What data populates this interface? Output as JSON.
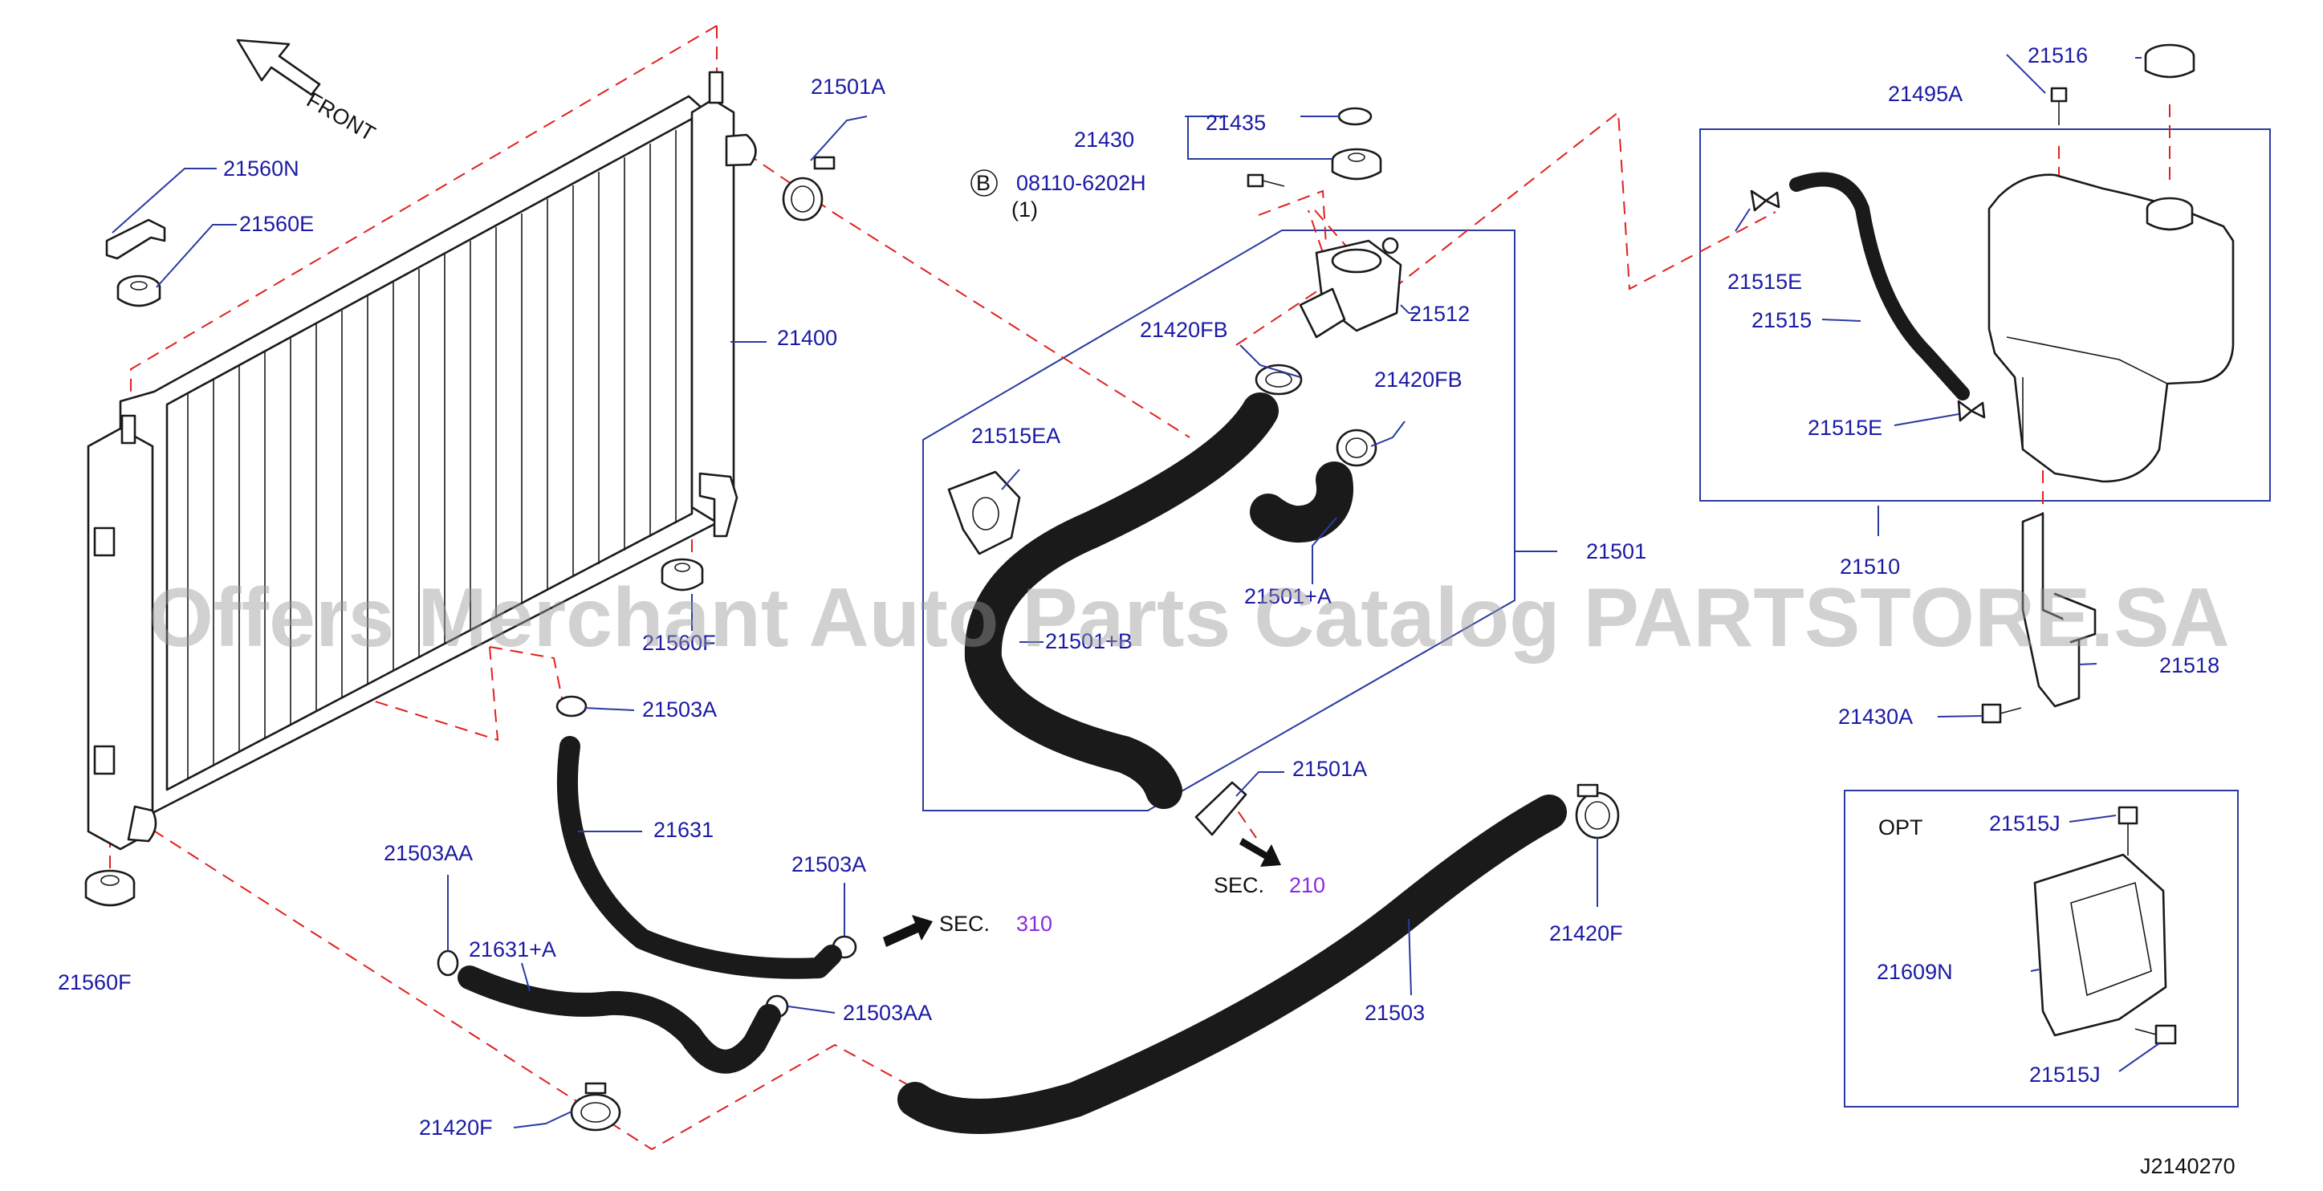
{
  "front_label": "FRONT",
  "watermark": "Offers Merchant Auto Parts Catalog PARTSTORE.SA",
  "diagram_code": "J2140270",
  "option_box_label": "OPT",
  "bolt_circle_letter": "B",
  "bolt_code": "08110-6202H",
  "bolt_qty": "(1)",
  "sec_label": "SEC.",
  "sec_310": "310",
  "sec_210": "210",
  "parts": {
    "p21400": "21400",
    "p21501A_top": "21501A",
    "p21560N": "21560N",
    "p21560E": "21560E",
    "p21560F_mid": "21560F",
    "p21560F_bottom": "21560F",
    "p21503A_top": "21503A",
    "p21631": "21631",
    "p21503AA_left": "21503AA",
    "p21631A": "21631+A",
    "p21503A_right": "21503A",
    "p21503AA_right": "21503AA",
    "p21420F_left": "21420F",
    "p21503": "21503",
    "p21420F_right": "21420F",
    "p21430": "21430",
    "p21435": "21435",
    "p21512": "21512",
    "p21420FB_left": "21420FB",
    "p21420FB_right": "21420FB",
    "p21515EA": "21515EA",
    "p21501": "21501",
    "p21501_A": "21501+A",
    "p21501_B": "21501+B",
    "p21501A_bottom": "21501A",
    "p21516": "21516",
    "p21495A": "21495A",
    "p21515E_top": "21515E",
    "p21515": "21515",
    "p21515E_bottom": "21515E",
    "p21510": "21510",
    "p21518": "21518",
    "p21430A": "21430A",
    "p21515J_top": "21515J",
    "p21609N": "21609N",
    "p21515J_bottom": "21515J"
  }
}
